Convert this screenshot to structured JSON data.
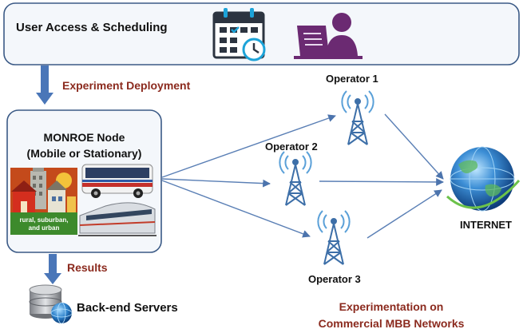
{
  "header": {
    "title": "User Access & Scheduling",
    "icons": [
      "calendar-schedule-icon",
      "operator-at-terminal-icon"
    ]
  },
  "flow": {
    "deployment_label": "Experiment Deployment",
    "results_label": "Results"
  },
  "node": {
    "title_line1": "MONROE Node",
    "title_line2": "(Mobile or Stationary)",
    "setting_line1": "rural, suburban,",
    "setting_line2": "and urban",
    "images": [
      "rural-urban-buildings-image",
      "bus-image",
      "train-image"
    ]
  },
  "operators": [
    {
      "label": "Operator 1"
    },
    {
      "label": "Operator 2"
    },
    {
      "label": "Operator 3"
    }
  ],
  "internet": {
    "label": "INTERNET"
  },
  "backend": {
    "label": "Back-end Servers"
  },
  "footer": {
    "line1": "Experimentation on",
    "line2": "Commercial MBB Networks"
  },
  "colors": {
    "arrow": "#5a7fb5",
    "accent_text": "#8b2a1e",
    "panel_border": "#3b5a86",
    "panel_fill": "#f4f7fb",
    "tower": "#3d6fa8"
  }
}
